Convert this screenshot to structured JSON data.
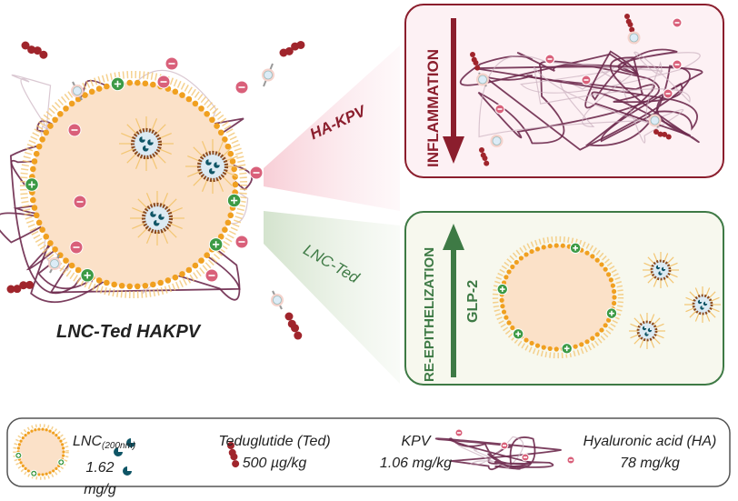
{
  "main": {
    "title": "LNC-Ted HAKPV",
    "rays": {
      "red_label": "HA-KPV",
      "green_label": "LNC-Ted"
    }
  },
  "panels": {
    "top": {
      "arrow_label": "INFLAMMATION",
      "arrow_direction": "down",
      "accent": "#8b1e2d"
    },
    "bottom": {
      "arrow_label": "RE-EPITHELIZATION",
      "arrow_direction": "up",
      "secondary_label": "GLP-2",
      "accent": "#3e7a45"
    }
  },
  "legend": {
    "items": [
      {
        "name": "LNC",
        "subscript": "(200nm)",
        "dose": "1.62 mg/g"
      },
      {
        "name": "Teduglutide (Ted)",
        "dose": "500 µg/kg"
      },
      {
        "name": "KPV",
        "dose": "1.06 mg/kg"
      },
      {
        "name": "Hyaluronic acid (HA)",
        "dose": "78 mg/kg"
      }
    ]
  },
  "colors": {
    "nano_core": "#fbe1c8",
    "lipid_orange": "#f0a020",
    "lipid_tail": "#f3c673",
    "micelle_brown": "#8a4a1f",
    "ted_teal": "#0f5566",
    "kpv_red": "#a0252c",
    "ha_purple": "#6e2a4e",
    "neg_charge": "#d9607a",
    "pos_charge": "#3c9a45",
    "red_panel_bg": "#fdf1f4",
    "green_panel_bg": "#f7f8ee"
  }
}
